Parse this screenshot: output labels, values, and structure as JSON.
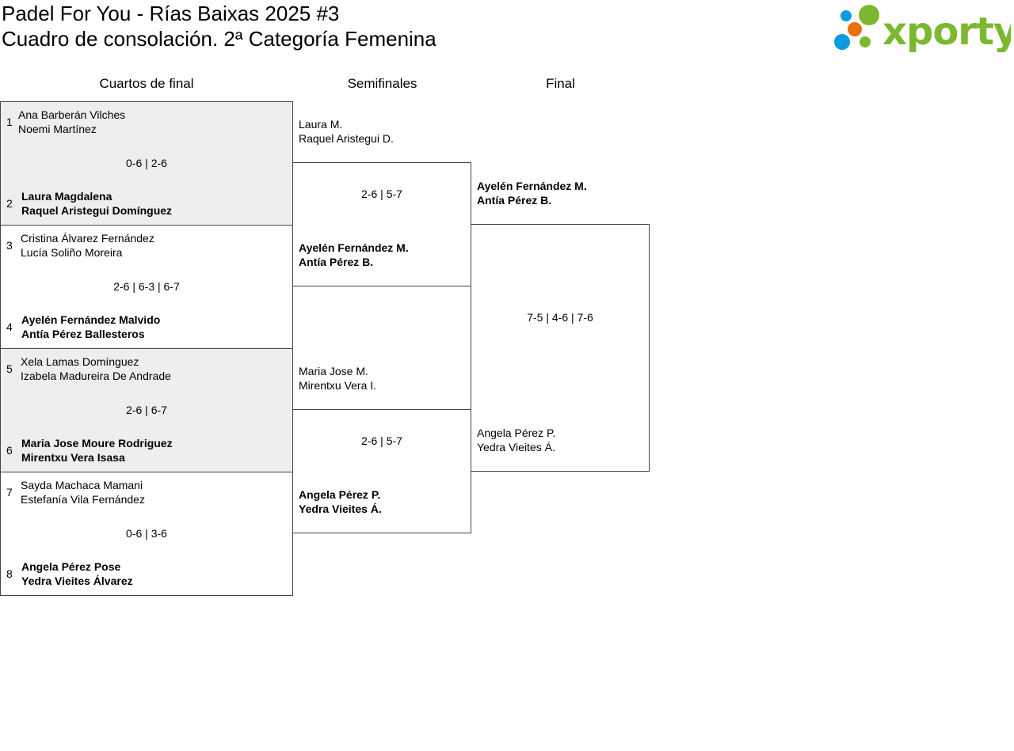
{
  "header": {
    "title": "Padel For You - Rías Baixas 2025 #3",
    "subtitle": "Cuadro de consolación. 2ª Categoría Femenina",
    "logo_text": "xporty"
  },
  "rounds": [
    "Cuartos de final",
    "Semifinales",
    "Final"
  ],
  "quarterfinals": [
    {
      "top": {
        "seed": "1",
        "p1": "Ana Barberán Vilches",
        "p2": "Noemi Martínez"
      },
      "score": "0-6 | 2-6",
      "bottom": {
        "seed": "2",
        "p1": "Laura Magdalena",
        "p2": "Raquel Aristegui Domínguez"
      }
    },
    {
      "top": {
        "seed": "3",
        "p1": "Cristina Álvarez Fernández",
        "p2": "Lucía Soliño Moreira"
      },
      "score": "2-6 | 6-3 | 6-7",
      "bottom": {
        "seed": "4",
        "p1": "Ayelén Fernández Malvido",
        "p2": "Antía Pérez Ballesteros"
      }
    },
    {
      "top": {
        "seed": "5",
        "p1": "Xela Lamas Domínguez",
        "p2": "Izabela Madureira De Andrade"
      },
      "score": "2-6 | 6-7",
      "bottom": {
        "seed": "6",
        "p1": "Maria Jose Moure Rodriguez",
        "p2": "Mirentxu Vera Isasa"
      }
    },
    {
      "top": {
        "seed": "7",
        "p1": "Sayda Machaca Mamani",
        "p2": "Estefanía Vila Fernández"
      },
      "score": "0-6 | 3-6",
      "bottom": {
        "seed": "8",
        "p1": "Angela Pérez Pose",
        "p2": "Yedra Vieites Álvarez"
      }
    }
  ],
  "semifinals": [
    {
      "top": {
        "p1": "Laura M.",
        "p2": "Raquel Aristegui D."
      },
      "score": "2-6 | 5-7",
      "bottom": {
        "p1": "Ayelén Fernández M.",
        "p2": "Antía Pérez B."
      }
    },
    {
      "top": {
        "p1": "Maria Jose M.",
        "p2": "Mirentxu Vera I."
      },
      "score": "2-6 | 5-7",
      "bottom": {
        "p1": "Angela Pérez P.",
        "p2": "Yedra Vieites Á."
      }
    }
  ],
  "final": {
    "top": {
      "p1": "Ayelén Fernández M.",
      "p2": "Antía Pérez B."
    },
    "score": "7-5 | 4-6 | 7-6",
    "bottom": {
      "p1": "Angela Pérez P.",
      "p2": "Yedra Vieites Á."
    }
  },
  "colors": {
    "green": "#7cb82f",
    "blue": "#0a9be0",
    "orange": "#e8700f",
    "shade": "#eeeeee"
  }
}
